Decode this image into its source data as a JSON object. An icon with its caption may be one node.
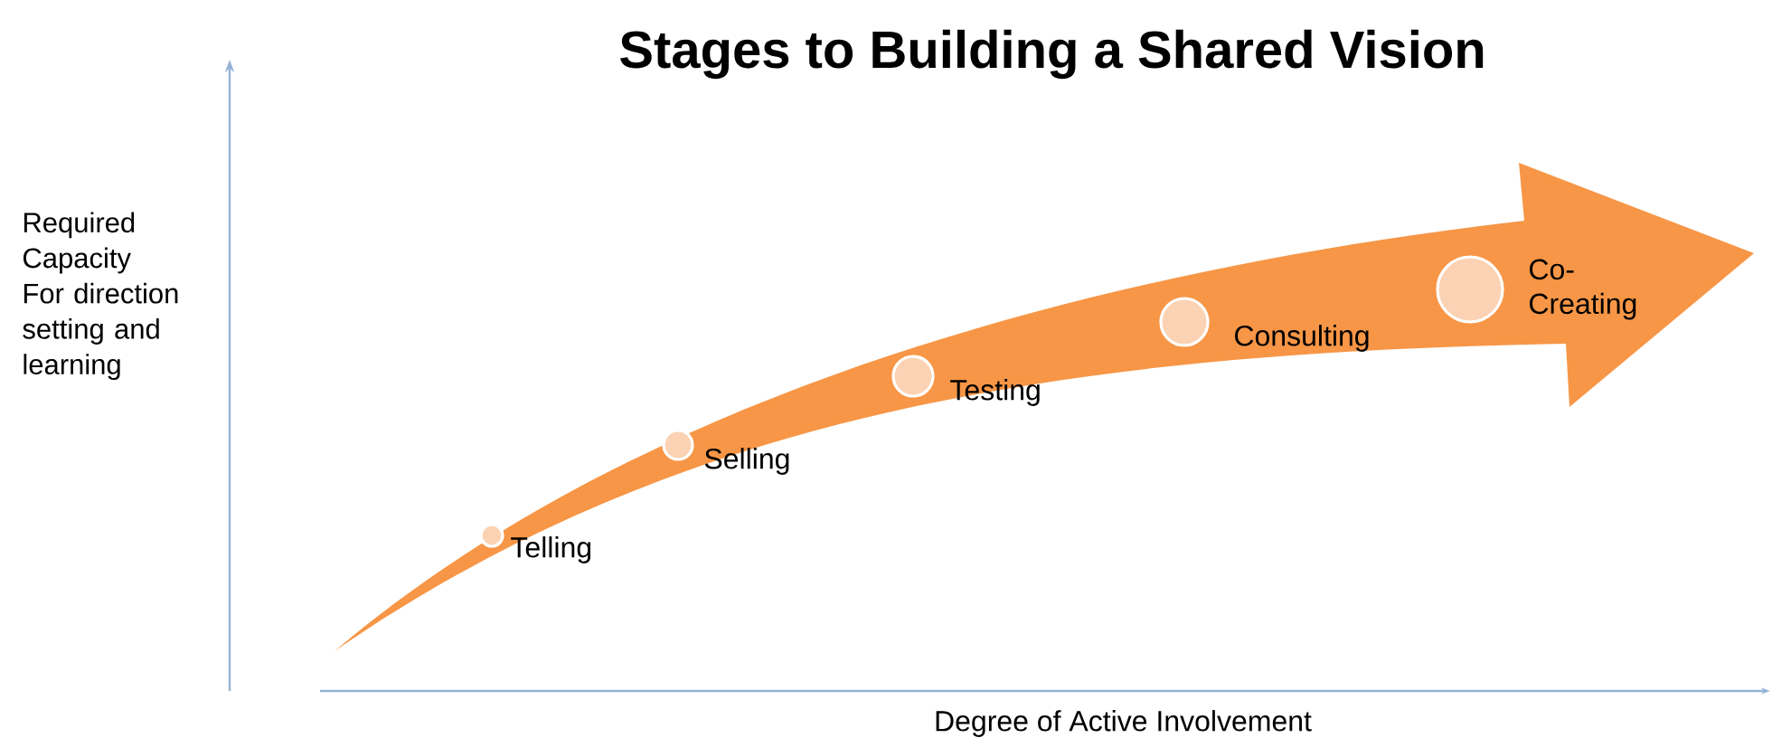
{
  "diagram": {
    "title": "Stages to Building a Shared Vision",
    "nodes": [
      {
        "text": [],
        "shape": "circle",
        "beside": [
          "Telling"
        ]
      },
      {
        "text": [],
        "shape": "circle",
        "beside": [
          "Selling"
        ]
      },
      {
        "text": [],
        "shape": "circle",
        "beside": [
          "Testing"
        ]
      },
      {
        "text": [],
        "shape": "circle",
        "beside": [
          "Consulting"
        ]
      },
      {
        "text": [],
        "shape": "circle",
        "beside": [
          "Co-Creating"
        ]
      }
    ],
    "labels": [
      "Required Capacity For direction setting and learning",
      "Degree of Active Involvement"
    ]
  }
}
